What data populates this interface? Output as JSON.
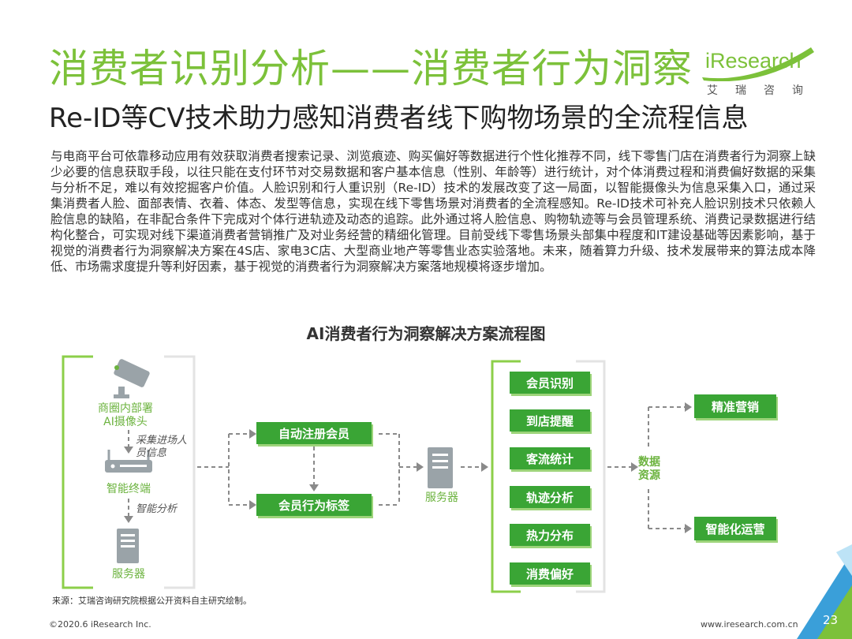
{
  "header": {
    "title": "消费者识别分析——消费者行为洞察",
    "subtitle": "Re-ID等CV技术助力感知消费者线下购物场景的全流程信息",
    "logo_text": "iResearch",
    "logo_cn": "艾瑞咨询"
  },
  "body": {
    "paragraph": "与电商平台可依靠移动应用有效获取消费者搜索记录、浏览痕迹、购买偏好等数据进行个性化推荐不同，线下零售门店在消费者行为洞察上缺少必要的信息获取手段，以往只能在支付环节对交易数据和客户基本信息（性别、年龄等）进行统计，对个体消费过程和消费偏好数据的采集与分析不足，难以有效挖掘客户价值。人脸识别和行人重识别（Re-ID）技术的发展改变了这一局面，以智能摄像头为信息采集入口，通过采集消费者人脸、面部表情、衣着、体态、发型等信息，实现在线下零售场景对消费者的全流程感知。Re-ID技术可补充人脸识别技术只依赖人脸信息的缺陷，在非配合条件下完成对个体行进轨迹及动态的追踪。此外通过将人脸信息、购物轨迹等与会员管理系统、消费记录数据进行结构化整合，可实现对线下渠道消费者营销推广及对业务经营的精细化管理。目前受线下零售场景头部集中程度和IT建设基础等因素影响，基于视觉的消费者行为洞察解决方案在4S店、家电3C店、大型商业地产等零售业态实验落地。未来，随着算力升级、技术发展带来的算法成本降低、市场需求度提升等利好因素，基于视觉的消费者行为洞察解决方案落地规模将逐步增加。"
  },
  "diagram": {
    "title": "AI消费者行为洞察解决方案流程图",
    "left": {
      "camera_label": "商圈内部署\nAI摄像头",
      "collect_label": "采集进场人\n员信息",
      "terminal_label": "智能终端",
      "analysis_label": "智能分析",
      "server_label": "服务器"
    },
    "middle": {
      "register": "自动注册会员",
      "tag": "会员行为标签",
      "server_label": "服务器"
    },
    "functions": [
      "会员识别",
      "到店提醒",
      "客流统计",
      "轨迹分析",
      "热力分布",
      "消费偏好"
    ],
    "data_label": "数据\n资源",
    "outputs": [
      "精准营销",
      "智能化运营"
    ]
  },
  "footer": {
    "source": "来源：艾瑞咨询研究院根据公开资料自主研究绘制。",
    "copyright": "©2020.6 iResearch Inc.",
    "website": "www.iresearch.com.cn",
    "page": "23"
  },
  "colors": {
    "brand_green": "#7cc13a",
    "node_green": "#3aa535",
    "corner_blue": "#3a9fd9"
  }
}
